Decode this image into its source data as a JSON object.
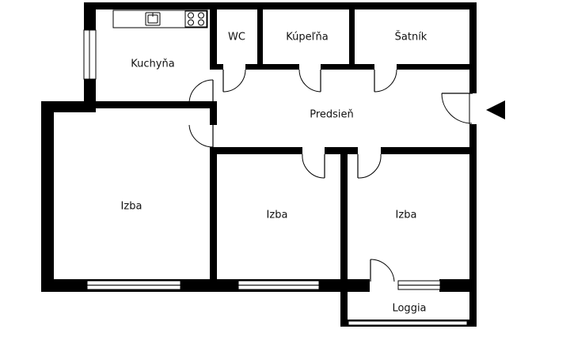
{
  "rooms": {
    "kitchen": "Kuchyňa",
    "wc": "WC",
    "bathroom": "Kúpeľňa",
    "wardrobe": "Šatník",
    "hallway": "Predsieň",
    "room_left": "Izba",
    "room_middle": "Izba",
    "room_right": "Izba",
    "loggia": "Loggia"
  },
  "entrance_marker": "entrance-arrow-icon",
  "colors": {
    "wall": "#000000",
    "background": "#ffffff",
    "label": "#111111"
  }
}
